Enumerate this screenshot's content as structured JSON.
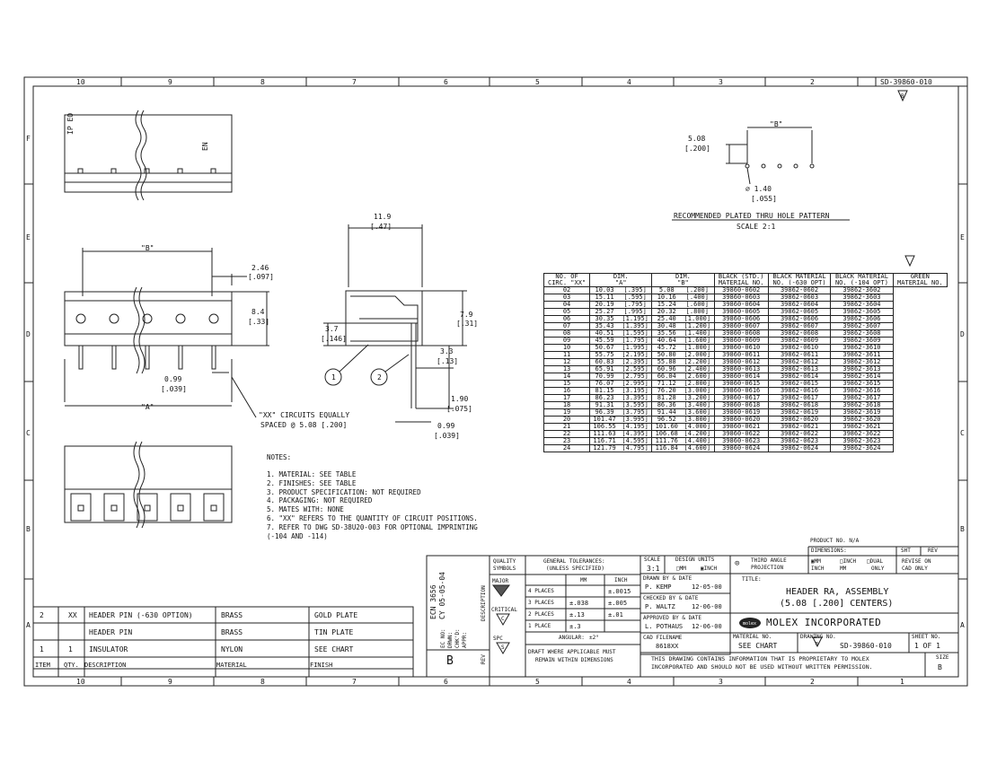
{
  "border": {
    "top_zones": [
      "10",
      "9",
      "8",
      "7",
      "6",
      "5",
      "4",
      "3",
      "2"
    ],
    "bottom_zones": [
      "10",
      "9",
      "8",
      "7",
      "6",
      "5",
      "4",
      "3",
      "2",
      "1"
    ],
    "left_rows": [
      "F",
      "E",
      "D",
      "C",
      "B",
      "A"
    ],
    "right_rows": [
      "E",
      "D",
      "C",
      "B",
      "A"
    ],
    "doc_number": "SD-39860-010",
    "rev_flag": "B"
  },
  "section_view": {
    "dim_width_mm": "11.9",
    "dim_width_in": "[.47]",
    "dim_height_mm": "7.9",
    "dim_height_in": "[.31]",
    "dim_pin_mm": "3.7",
    "dim_pin_in": "[.146]",
    "dim_tail_mm": "3.3",
    "dim_tail_in": "[.13]",
    "dim_tail2_mm": "1.90",
    "dim_tail2_in": "[.075]",
    "dim_pinw_mm": "0.99",
    "dim_pinw_in": "[.039]",
    "balloon1": "1",
    "balloon2": "2"
  },
  "front_view": {
    "dim_b": "\"B\"",
    "dim_a": "\"A\"",
    "dim_end_mm": "2.46",
    "dim_end_in": "[.097]",
    "dim_h_mm": "8.4",
    "dim_h_in": "[.33]",
    "dim_pin_mm": "0.99",
    "dim_pin_in": "[.039]",
    "circuits_note_1": "\"XX\" CIRCUITS EQUALLY",
    "circuits_note_2": "SPACED @  5.08 [.200]"
  },
  "hole_pattern": {
    "dim_b": "\"B\"",
    "pitch_mm": "5.08",
    "pitch_in": "[.200]",
    "hole_mm": "∅ 1.40",
    "hole_in": "[.055]",
    "title": "RECOMMENDED PLATED THRU HOLE PATTERN",
    "scale": "SCALE 2:1"
  },
  "notes": {
    "heading": "NOTES:",
    "items": [
      "1. MATERIAL: SEE TABLE",
      "2. FINISHES: SEE TABLE",
      "3. PRODUCT SPECIFICATION: NOT REQUIRED",
      "4. PACKAGING: NOT REQUIRED",
      "5. MATES WITH: NONE",
      "6. \"XX\" REFERS TO THE QUANTITY OF CIRCUIT POSITIONS.",
      "7. REFER TO DWG SD-38U20-003 FOR OPTIONAL IMPRINTING",
      "   (-104 AND -114)"
    ]
  },
  "part_table": {
    "headers": [
      [
        "NO. OF",
        "CIRC. \"XX\""
      ],
      [
        "DIM.",
        "\"A\""
      ],
      [
        "DIM.",
        "\"B\""
      ],
      [
        "BLACK (STD.)",
        "MATERIAL NO."
      ],
      [
        "BLACK MATERIAL",
        "NO. (-630 OPT)"
      ],
      [
        "BLACK MATERIAL",
        "NO. (-104 OPT)"
      ],
      [
        "GREEN",
        "MATERIAL NO."
      ]
    ],
    "rows": [
      [
        "02",
        "10.03",
        "[.395]",
        "5.08",
        "[.200]",
        "39860-0602",
        "39862-0602",
        "39862-3602"
      ],
      [
        "03",
        "15.11",
        "[.595]",
        "10.16",
        "[.400]",
        "39860-0603",
        "39862-0603",
        "39862-3603"
      ],
      [
        "04",
        "20.19",
        "[.795]",
        "15.24",
        "[.600]",
        "39860-0604",
        "39862-0604",
        "39862-3604"
      ],
      [
        "05",
        "25.27",
        "[.995]",
        "20.32",
        "[.800]",
        "39860-0605",
        "39862-0605",
        "39862-3605"
      ],
      [
        "06",
        "30.35",
        "[1.195]",
        "25.40",
        "[1.000]",
        "39860-0606",
        "39862-0606",
        "39862-3606"
      ],
      [
        "07",
        "35.43",
        "[1.395]",
        "30.48",
        "[1.200]",
        "39860-0607",
        "39862-0607",
        "39862-3607"
      ],
      [
        "08",
        "40.51",
        "[1.595]",
        "35.56",
        "[1.400]",
        "39860-0608",
        "39862-0608",
        "39862-3608"
      ],
      [
        "09",
        "45.59",
        "[1.795]",
        "40.64",
        "[1.600]",
        "39860-0609",
        "39862-0609",
        "39862-3609"
      ],
      [
        "10",
        "50.67",
        "[1.995]",
        "45.72",
        "[1.800]",
        "39860-0610",
        "39862-0610",
        "39862-3610"
      ],
      [
        "11",
        "55.75",
        "[2.195]",
        "50.80",
        "[2.000]",
        "39860-0611",
        "39862-0611",
        "39862-3611"
      ],
      [
        "12",
        "60.83",
        "[2.395]",
        "55.88",
        "[2.200]",
        "39860-0612",
        "39862-0612",
        "39862-3612"
      ],
      [
        "13",
        "65.91",
        "[2.595]",
        "60.96",
        "[2.400]",
        "39860-0613",
        "39862-0613",
        "39862-3613"
      ],
      [
        "14",
        "70.99",
        "[2.795]",
        "66.04",
        "[2.600]",
        "39860-0614",
        "39862-0614",
        "39862-3614"
      ],
      [
        "15",
        "76.07",
        "[2.995]",
        "71.12",
        "[2.800]",
        "39860-0615",
        "39862-0615",
        "39862-3615"
      ],
      [
        "16",
        "81.15",
        "[3.195]",
        "76.20",
        "[3.000]",
        "39860-0616",
        "39862-0616",
        "39862-3616"
      ],
      [
        "17",
        "86.23",
        "[3.395]",
        "81.28",
        "[3.200]",
        "39860-0617",
        "39862-0617",
        "39862-3617"
      ],
      [
        "18",
        "91.31",
        "[3.595]",
        "86.36",
        "[3.400]",
        "39860-0618",
        "39862-0618",
        "39862-3618"
      ],
      [
        "19",
        "96.39",
        "[3.795]",
        "91.44",
        "[3.600]",
        "39860-0619",
        "39862-0619",
        "39862-3619"
      ],
      [
        "20",
        "101.47",
        "[3.995]",
        "96.52",
        "[3.800]",
        "39860-0620",
        "39862-0620",
        "39862-3620"
      ],
      [
        "21",
        "106.55",
        "[4.195]",
        "101.60",
        "[4.000]",
        "39860-0621",
        "39862-0621",
        "39862-3621"
      ],
      [
        "22",
        "111.63",
        "[4.395]",
        "106.68",
        "[4.200]",
        "39860-0622",
        "39862-0622",
        "39862-3622"
      ],
      [
        "23",
        "116.71",
        "[4.595]",
        "111.76",
        "[4.400]",
        "39860-0623",
        "39862-0623",
        "39862-3623"
      ],
      [
        "24",
        "121.79",
        "[4.795]",
        "116.84",
        "[4.600]",
        "39860-0624",
        "39862-0624",
        "39862-3624"
      ]
    ]
  },
  "bom": {
    "rows": [
      [
        "2",
        "XX",
        "HEADER PIN (-630 OPTION)",
        "BRASS",
        "GOLD PLATE"
      ],
      [
        "",
        "",
        "HEADER PIN",
        "BRASS",
        "TIN PLATE"
      ],
      [
        "1",
        "1",
        "INSULATOR",
        "NYLON",
        "SEE CHART"
      ]
    ],
    "headers": [
      "ITEM",
      "QTY.",
      "DESCRIPTION",
      "MATERIAL",
      "FINISH"
    ]
  },
  "revision_block": {
    "ecn": "ECN 3656",
    "date": "CY 05-05-04",
    "ec_no_label": "EC NO:",
    "drwn_label": "DRWN:",
    "chkd_label": "CHK'D:",
    "appr_label": "APPR:",
    "description_label": "DESCRIPTION",
    "rev_label": "REV",
    "rev": "B"
  },
  "quality": {
    "label_1": "QUALITY",
    "label_2": "SYMBOLS",
    "major": "MAJOR",
    "critical": "CRITICAL",
    "spc": "SPC",
    "sym_c": "C",
    "sym_s": "S"
  },
  "tolerances": {
    "title_1": "GENERAL TOLERANCES:",
    "title_2": "(UNLESS SPECIFIED)",
    "col_mm": "MM",
    "col_inch": "INCH",
    "rows": [
      [
        "4 PLACES",
        "",
        "±.0015"
      ],
      [
        "3 PLACES",
        "±.038",
        "±.005"
      ],
      [
        "2 PLACES",
        "±.13",
        "±.01"
      ],
      [
        "1 PLACE",
        "±.3",
        ""
      ]
    ],
    "angular_label": "ANGULAR:",
    "angular_value": "±2°",
    "draft_1": "DRAFT WHERE APPLICABLE MUST",
    "draft_2": "REMAIN WITHIN DIMENSIONS"
  },
  "scale_units": {
    "scale_label": "SCALE",
    "scale_value": "3:1",
    "units_label": "DESIGN UNITS",
    "mm_label": "MM",
    "inch_label": "INCH"
  },
  "people": {
    "drawn_label": "DRAWN BY & DATE",
    "drawn_name": "P. KEMP",
    "drawn_date": "12-05-00",
    "checked_label": "CHECKED BY & DATE",
    "checked_name": "P. WALTZ",
    "checked_date": "12-06-00",
    "approved_label": "APPROVED BY & DATE",
    "approved_name": "L. POTHAUS",
    "approved_date": "12-06-00",
    "cad_label": "CAD FILENAME",
    "cad_value": "8618XX"
  },
  "projection": {
    "label_1": "THIRD ANGLE",
    "label_2": "PROJECTION",
    "dimensions_label": "DIMENSIONS:",
    "opt_mm": "MM",
    "opt_mm_inch": "INCH",
    "opt_inch": "INCH",
    "opt_mm2": "MM",
    "opt_dual": "DUAL",
    "opt_only": "ONLY",
    "revise_1": "REVISE ON",
    "revise_2": "CAD ONLY",
    "product_no_label": "PRODUCT NO. N/A",
    "sht_label": "SHT",
    "rev_label": "REV"
  },
  "title_block": {
    "title_label": "TITLE:",
    "title_1": "HEADER RA, ASSEMBLY",
    "title_2": "(5.08 [.200] CENTERS)",
    "company": "MOLEX INCORPORATED",
    "logo": "molex",
    "material_label": "MATERIAL NO.",
    "material_value": "SEE CHART",
    "drawing_label": "DRAWING NO.",
    "drawing_value": "SD-39860-010",
    "sheet_label": "SHEET NO.",
    "sheet_value": "1 OF 1",
    "size_label": "SIZE",
    "size_value": "B",
    "rev_flag": "B",
    "legal_1": "THIS DRAWING CONTAINS INFORMATION THAT IS PROPRIETARY TO MOLEX",
    "legal_2": "INCORPORATED AND SHOULD NOT BE USED WITHOUT WRITTEN PERMISSION."
  },
  "part_markings": {
    "left_text": "IP EO",
    "right_text": "EN"
  }
}
